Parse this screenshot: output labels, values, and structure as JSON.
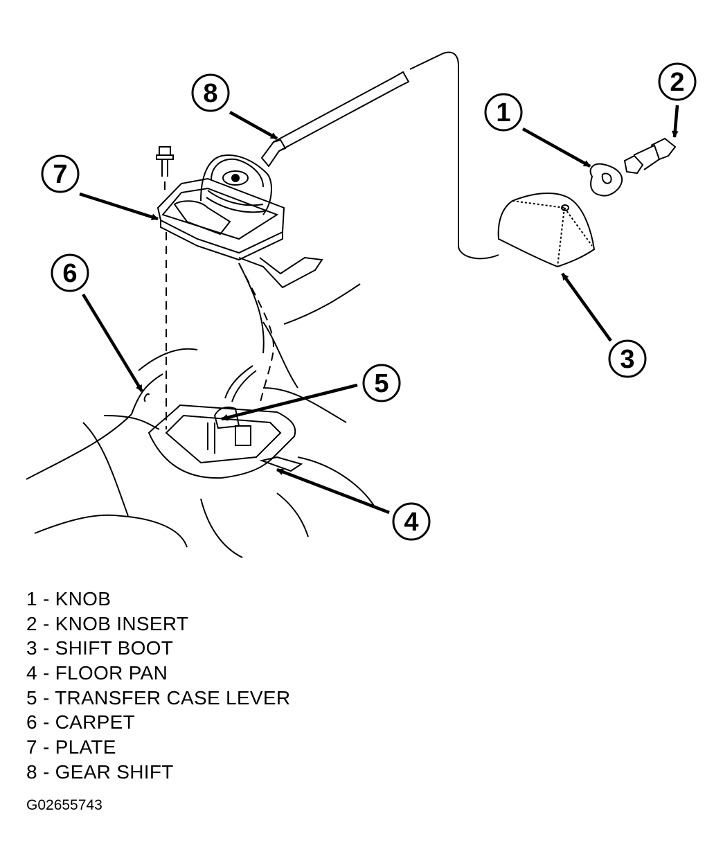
{
  "callouts": [
    {
      "number": "1"
    },
    {
      "number": "2"
    },
    {
      "number": "3"
    },
    {
      "number": "4"
    },
    {
      "number": "5"
    },
    {
      "number": "6"
    },
    {
      "number": "7"
    },
    {
      "number": "8"
    }
  ],
  "legend": [
    {
      "text": "1 - KNOB"
    },
    {
      "text": "2 - KNOB INSERT"
    },
    {
      "text": "3 - SHIFT BOOT"
    },
    {
      "text": "4 - FLOOR PAN"
    },
    {
      "text": "5 - TRANSFER CASE LEVER"
    },
    {
      "text": "6 - CARPET"
    },
    {
      "text": "7 - PLATE"
    },
    {
      "text": "8 - GEAR SHIFT"
    }
  ],
  "figure_id": "G02655743"
}
